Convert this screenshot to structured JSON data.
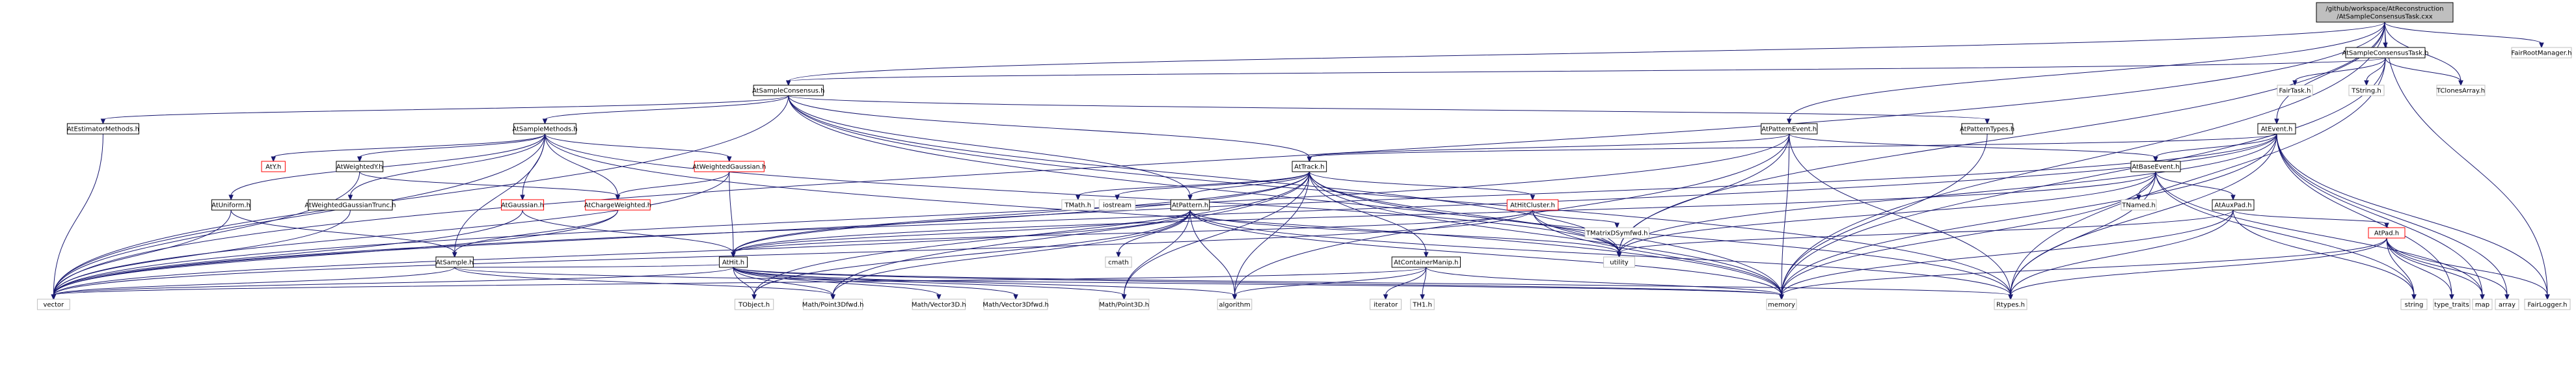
{
  "diagram": {
    "type": "include-dependency-graph",
    "colors": {
      "edge": "#191970",
      "focus_fill": "#bfbfbf",
      "normal_border": "#000000",
      "external_border": "#bfbfbf",
      "red_border": "#ff0000"
    },
    "nodes": [
      {
        "id": "root",
        "lines": [
          "/github/workspace/AtReconstruction",
          "/AtSampleConsensusTask.cxx"
        ],
        "style": "focus"
      },
      {
        "id": "sctask_h",
        "lines": [
          "AtSampleConsensusTask.h"
        ],
        "style": "normal"
      },
      {
        "id": "fairrootmanager",
        "lines": [
          "FairRootManager.h"
        ],
        "style": "external"
      },
      {
        "id": "samplecons",
        "lines": [
          "AtSampleConsensus.h"
        ],
        "style": "normal"
      },
      {
        "id": "fairtask",
        "lines": [
          "FairTask.h"
        ],
        "style": "external"
      },
      {
        "id": "tstring",
        "lines": [
          "TString.h"
        ],
        "style": "external"
      },
      {
        "id": "tclones",
        "lines": [
          "TClonesArray.h"
        ],
        "style": "external"
      },
      {
        "id": "atevent",
        "lines": [
          "AtEvent.h"
        ],
        "style": "normal"
      },
      {
        "id": "estimator",
        "lines": [
          "AtEstimatorMethods.h"
        ],
        "style": "normal"
      },
      {
        "id": "samplemethods",
        "lines": [
          "AtSampleMethods.h"
        ],
        "style": "normal"
      },
      {
        "id": "patternevent",
        "lines": [
          "AtPatternEvent.h"
        ],
        "style": "normal"
      },
      {
        "id": "patterntypes",
        "lines": [
          "AtPatternTypes.h"
        ],
        "style": "normal"
      },
      {
        "id": "aty",
        "lines": [
          "AtY.h"
        ],
        "style": "red"
      },
      {
        "id": "weightedy",
        "lines": [
          "AtWeightedY.h"
        ],
        "style": "normal"
      },
      {
        "id": "weightedgauss",
        "lines": [
          "AtWeightedGaussian.h"
        ],
        "style": "red"
      },
      {
        "id": "track",
        "lines": [
          "AtTrack.h"
        ],
        "style": "normal"
      },
      {
        "id": "baseevent",
        "lines": [
          "AtBaseEvent.h"
        ],
        "style": "normal"
      },
      {
        "id": "uniform",
        "lines": [
          "AtUniform.h"
        ],
        "style": "normal"
      },
      {
        "id": "wgtrunc",
        "lines": [
          "AtWeightedGaussianTrunc.h"
        ],
        "style": "normal"
      },
      {
        "id": "gaussian",
        "lines": [
          "AtGaussian.h"
        ],
        "style": "red"
      },
      {
        "id": "chargew",
        "lines": [
          "AtChargeWeighted.h"
        ],
        "style": "red"
      },
      {
        "id": "tmath",
        "lines": [
          "TMath.h"
        ],
        "style": "external"
      },
      {
        "id": "iostream",
        "lines": [
          "iostream"
        ],
        "style": "external"
      },
      {
        "id": "pattern",
        "lines": [
          "AtPattern.h"
        ],
        "style": "normal"
      },
      {
        "id": "hitcluster",
        "lines": [
          "AtHitCluster.h"
        ],
        "style": "red"
      },
      {
        "id": "tnamed",
        "lines": [
          "TNamed.h"
        ],
        "style": "external"
      },
      {
        "id": "auxpad",
        "lines": [
          "AtAuxPad.h"
        ],
        "style": "normal"
      },
      {
        "id": "atpad",
        "lines": [
          "AtPad.h"
        ],
        "style": "red"
      },
      {
        "id": "tmatrix",
        "lines": [
          "TMatrixDSymfwd.h"
        ],
        "style": "external"
      },
      {
        "id": "utility",
        "lines": [
          "utility"
        ],
        "style": "external"
      },
      {
        "id": "cmath",
        "lines": [
          "cmath"
        ],
        "style": "external"
      },
      {
        "id": "atsample",
        "lines": [
          "AtSample.h"
        ],
        "style": "normal"
      },
      {
        "id": "athit",
        "lines": [
          "AtHit.h"
        ],
        "style": "normal"
      },
      {
        "id": "containermanip",
        "lines": [
          "AtContainerManip.h"
        ],
        "style": "normal"
      },
      {
        "id": "vector",
        "lines": [
          "vector"
        ],
        "style": "external"
      },
      {
        "id": "tobject",
        "lines": [
          "TObject.h"
        ],
        "style": "external"
      },
      {
        "id": "point3dfwd",
        "lines": [
          "Math/Point3Dfwd.h"
        ],
        "style": "external"
      },
      {
        "id": "vector3d",
        "lines": [
          "Math/Vector3D.h"
        ],
        "style": "external"
      },
      {
        "id": "vector3dfwd",
        "lines": [
          "Math/Vector3Dfwd.h"
        ],
        "style": "external"
      },
      {
        "id": "point3d",
        "lines": [
          "Math/Point3D.h"
        ],
        "style": "external"
      },
      {
        "id": "algorithm",
        "lines": [
          "algorithm"
        ],
        "style": "external"
      },
      {
        "id": "iterator",
        "lines": [
          "iterator"
        ],
        "style": "external"
      },
      {
        "id": "th1",
        "lines": [
          "TH1.h"
        ],
        "style": "external"
      },
      {
        "id": "memory",
        "lines": [
          "memory"
        ],
        "style": "external"
      },
      {
        "id": "rtypes",
        "lines": [
          "Rtypes.h"
        ],
        "style": "external"
      },
      {
        "id": "string",
        "lines": [
          "string"
        ],
        "style": "external"
      },
      {
        "id": "typetraits",
        "lines": [
          "type_traits"
        ],
        "style": "external"
      },
      {
        "id": "map",
        "lines": [
          "map"
        ],
        "style": "external"
      },
      {
        "id": "array",
        "lines": [
          "array"
        ],
        "style": "external"
      },
      {
        "id": "fairlogger",
        "lines": [
          "FairLogger.h"
        ],
        "style": "external"
      }
    ],
    "edges": [
      [
        "root",
        "sctask_h"
      ],
      [
        "root",
        "fairrootmanager"
      ],
      [
        "root",
        "samplecons"
      ],
      [
        "root",
        "tclones"
      ],
      [
        "root",
        "atevent"
      ],
      [
        "root",
        "patternevent"
      ],
      [
        "root",
        "utility"
      ],
      [
        "root",
        "memory"
      ],
      [
        "root",
        "vector"
      ],
      [
        "root",
        "fairlogger"
      ],
      [
        "sctask_h",
        "samplecons"
      ],
      [
        "sctask_h",
        "fairtask"
      ],
      [
        "sctask_h",
        "tstring"
      ],
      [
        "sctask_h",
        "tclones"
      ],
      [
        "sctask_h",
        "memory"
      ],
      [
        "sctask_h",
        "rtypes"
      ],
      [
        "samplecons",
        "estimator"
      ],
      [
        "samplecons",
        "samplemethods"
      ],
      [
        "samplecons",
        "patterntypes"
      ],
      [
        "samplecons",
        "track"
      ],
      [
        "samplecons",
        "pattern"
      ],
      [
        "samplecons",
        "utility"
      ],
      [
        "samplecons",
        "memory"
      ],
      [
        "samplecons",
        "rtypes"
      ],
      [
        "samplecons",
        "vector"
      ],
      [
        "estimator",
        "vector"
      ],
      [
        "samplemethods",
        "aty"
      ],
      [
        "samplemethods",
        "weightedy"
      ],
      [
        "samplemethods",
        "weightedgauss"
      ],
      [
        "samplemethods",
        "uniform"
      ],
      [
        "samplemethods",
        "wgtrunc"
      ],
      [
        "samplemethods",
        "gaussian"
      ],
      [
        "samplemethods",
        "chargew"
      ],
      [
        "samplemethods",
        "atsample"
      ],
      [
        "samplemethods",
        "memory"
      ],
      [
        "samplemethods",
        "vector"
      ],
      [
        "samplemethods",
        "utility"
      ],
      [
        "patternevent",
        "baseevent"
      ],
      [
        "patternevent",
        "track"
      ],
      [
        "patternevent",
        "utility"
      ],
      [
        "patternevent",
        "memory"
      ],
      [
        "patternevent",
        "rtypes"
      ],
      [
        "patternevent",
        "algorithm"
      ],
      [
        "patternevent",
        "vector"
      ],
      [
        "patterntypes",
        "memory"
      ],
      [
        "atevent",
        "baseevent"
      ],
      [
        "atevent",
        "track"
      ],
      [
        "atevent",
        "athit"
      ],
      [
        "atevent",
        "utility"
      ],
      [
        "atevent",
        "memory"
      ],
      [
        "atevent",
        "rtypes"
      ],
      [
        "atevent",
        "map"
      ],
      [
        "atevent",
        "array"
      ],
      [
        "atevent",
        "fairlogger"
      ],
      [
        "atevent",
        "typetraits"
      ],
      [
        "atevent",
        "vector"
      ],
      [
        "weightedy",
        "chargew"
      ],
      [
        "weightedy",
        "vector"
      ],
      [
        "weightedgauss",
        "chargew"
      ],
      [
        "weightedgauss",
        "athit"
      ],
      [
        "weightedgauss",
        "vector"
      ],
      [
        "uniform",
        "atsample"
      ],
      [
        "uniform",
        "vector"
      ],
      [
        "wgtrunc",
        "vector"
      ],
      [
        "gaussian",
        "athit"
      ],
      [
        "gaussian",
        "vector"
      ],
      [
        "chargew",
        "atsample"
      ],
      [
        "chargew",
        "vector"
      ],
      [
        "track",
        "tmath"
      ],
      [
        "track",
        "iostream"
      ],
      [
        "track",
        "pattern"
      ],
      [
        "track",
        "hitcluster"
      ],
      [
        "track",
        "athit"
      ],
      [
        "track",
        "containermanip"
      ],
      [
        "track",
        "utility"
      ],
      [
        "track",
        "algorithm"
      ],
      [
        "track",
        "memory"
      ],
      [
        "track",
        "rtypes"
      ],
      [
        "track",
        "vector"
      ],
      [
        "track",
        "tobject"
      ],
      [
        "track",
        "point3dfwd"
      ],
      [
        "track",
        "point3d"
      ],
      [
        "baseevent",
        "tnamed"
      ],
      [
        "baseevent",
        "auxpad"
      ],
      [
        "baseevent",
        "utility"
      ],
      [
        "baseevent",
        "memory"
      ],
      [
        "baseevent",
        "rtypes"
      ],
      [
        "baseevent",
        "string"
      ],
      [
        "baseevent",
        "map"
      ],
      [
        "baseevent",
        "athit"
      ],
      [
        "auxpad",
        "atpad"
      ],
      [
        "auxpad",
        "utility"
      ],
      [
        "auxpad",
        "memory"
      ],
      [
        "auxpad",
        "rtypes"
      ],
      [
        "auxpad",
        "string"
      ],
      [
        "atpad",
        "rtypes"
      ],
      [
        "atpad",
        "memory"
      ],
      [
        "atpad",
        "string"
      ],
      [
        "atpad",
        "typetraits"
      ],
      [
        "atpad",
        "map"
      ],
      [
        "atpad",
        "array"
      ],
      [
        "atpad",
        "fairlogger"
      ],
      [
        "pattern",
        "athit"
      ],
      [
        "pattern",
        "cmath"
      ],
      [
        "pattern",
        "vector"
      ],
      [
        "pattern",
        "tobject"
      ],
      [
        "pattern",
        "point3dfwd"
      ],
      [
        "pattern",
        "point3d"
      ],
      [
        "pattern",
        "algorithm"
      ],
      [
        "pattern",
        "memory"
      ],
      [
        "pattern",
        "rtypes"
      ],
      [
        "pattern",
        "utility"
      ],
      [
        "hitcluster",
        "tmatrix"
      ],
      [
        "hitcluster",
        "athit"
      ],
      [
        "hitcluster",
        "utility"
      ],
      [
        "hitcluster",
        "memory"
      ],
      [
        "hitcluster",
        "vector"
      ],
      [
        "atsample",
        "athit"
      ],
      [
        "atsample",
        "vector"
      ],
      [
        "atsample",
        "memory"
      ],
      [
        "atsample",
        "point3dfwd"
      ],
      [
        "athit",
        "tobject"
      ],
      [
        "athit",
        "point3dfwd"
      ],
      [
        "athit",
        "vector3d"
      ],
      [
        "athit",
        "vector3dfwd"
      ],
      [
        "athit",
        "point3d"
      ],
      [
        "athit",
        "algorithm"
      ],
      [
        "athit",
        "memory"
      ],
      [
        "athit",
        "rtypes"
      ],
      [
        "athit",
        "vector"
      ],
      [
        "containermanip",
        "algorithm"
      ],
      [
        "containermanip",
        "iterator"
      ],
      [
        "containermanip",
        "th1"
      ],
      [
        "containermanip",
        "memory"
      ],
      [
        "containermanip",
        "vector"
      ],
      [
        "containermanip",
        "type_traits_dummy"
      ]
    ]
  }
}
